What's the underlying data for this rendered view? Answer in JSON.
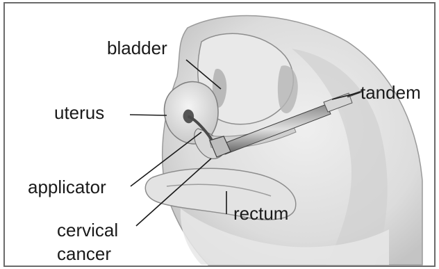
{
  "labels": {
    "bladder": "bladder",
    "uterus": "uterus",
    "tandem": "tandem",
    "applicator": "applicator",
    "rectum": "rectum",
    "cervical": "cervical",
    "cancer": "cancer"
  },
  "colors": {
    "frame": "#6a6a6a",
    "tissue_light": "#e6e6e6",
    "tissue_mid": "#c9c9c9",
    "tissue_dark": "#8d8d8d",
    "device": "#5a5a5a",
    "text": "#1a1a1a"
  }
}
